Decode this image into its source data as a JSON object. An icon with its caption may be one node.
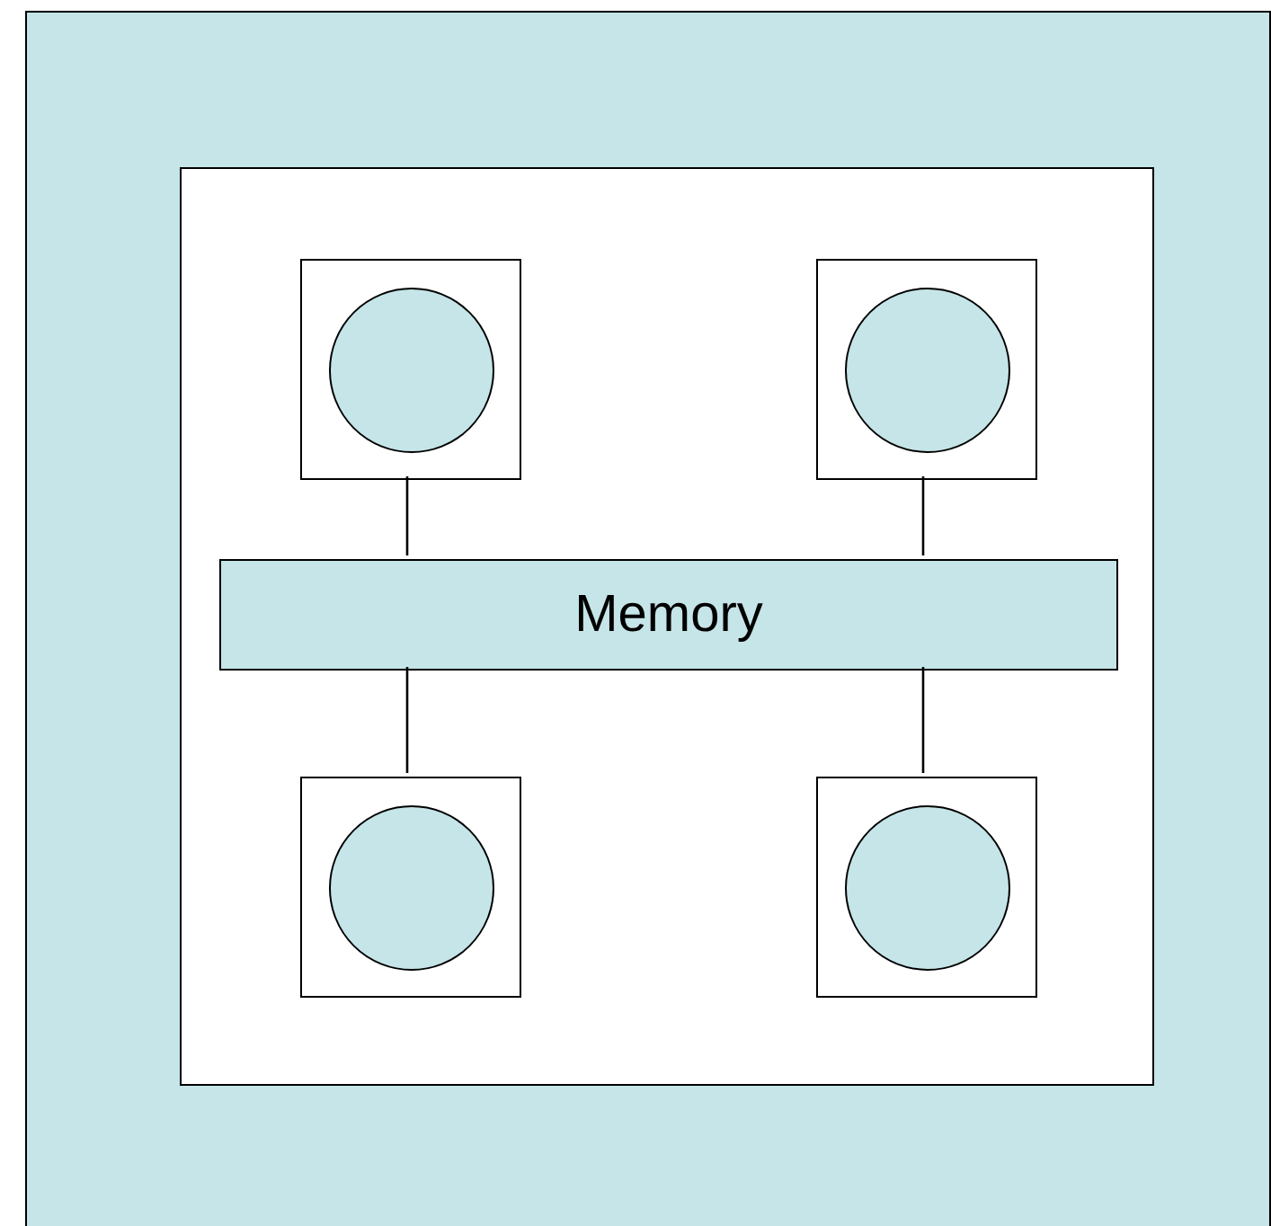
{
  "diagram": {
    "nodes": [
      {
        "text": [],
        "shape": "box"
      },
      {
        "text": [],
        "shape": "box",
        "in": 0
      },
      {
        "text": [],
        "shape": "box",
        "in": 1
      },
      {
        "text": [],
        "shape": "circle",
        "in": 2
      },
      {
        "text": [],
        "shape": "box",
        "in": 1
      },
      {
        "text": [],
        "shape": "circle",
        "in": 4
      },
      {
        "text": [
          "Memory"
        ],
        "in": 1
      },
      {
        "text": [],
        "shape": "box",
        "in": 1
      },
      {
        "text": [],
        "shape": "circle",
        "in": 7
      },
      {
        "text": [],
        "shape": "box",
        "in": 1
      },
      {
        "text": [],
        "shape": "circle",
        "in": 9
      }
    ],
    "edges": [
      {
        "from": 2,
        "to": 6,
        "arrow": "none"
      },
      {
        "from": 4,
        "to": 6,
        "arrow": "none"
      },
      {
        "from": 6,
        "to": 7,
        "arrow": "none"
      },
      {
        "from": 6,
        "to": 9,
        "arrow": "none"
      }
    ]
  }
}
